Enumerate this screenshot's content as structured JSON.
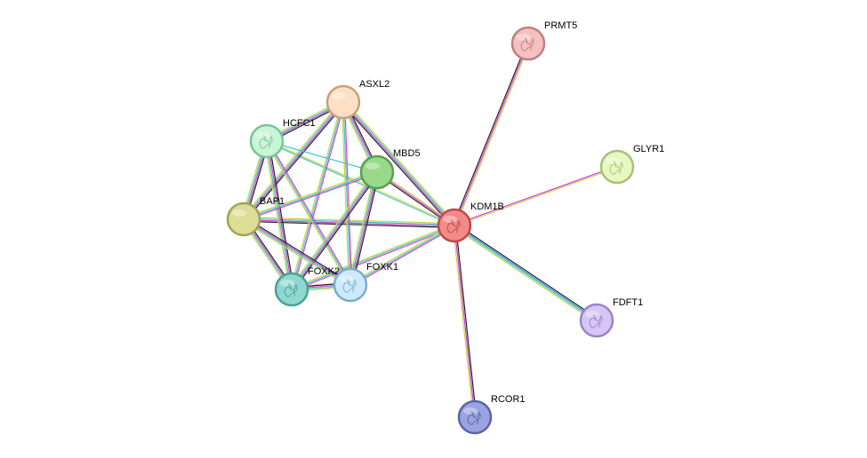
{
  "network": {
    "nodes": [
      {
        "id": "PRMT5",
        "label": "PRMT5",
        "color": "#f6c0c0",
        "border": "#c08080",
        "glyph": "structure"
      },
      {
        "id": "ASXL2",
        "label": "ASXL2",
        "color": "#fde0c4",
        "border": "#c9a07a",
        "glyph": "none"
      },
      {
        "id": "HCFC1",
        "label": "HCFC1",
        "color": "#c8f5d6",
        "border": "#7cc396",
        "glyph": "structure"
      },
      {
        "id": "MBD5",
        "label": "MBD5",
        "color": "#9ad98a",
        "border": "#5aa04e",
        "glyph": "none"
      },
      {
        "id": "GLYR1",
        "label": "GLYR1",
        "color": "#e6f7c0",
        "border": "#a9c07a",
        "glyph": "structure"
      },
      {
        "id": "BAP1",
        "label": "BAP1",
        "color": "#dedd96",
        "border": "#a3a25a",
        "glyph": "none"
      },
      {
        "id": "KDM1B",
        "label": "KDM1B",
        "color": "#f28a8a",
        "border": "#c04848",
        "glyph": "structure"
      },
      {
        "id": "FOXK2",
        "label": "FOXK2",
        "color": "#8fd8d0",
        "border": "#4e9e96",
        "glyph": "structure"
      },
      {
        "id": "FOXK1",
        "label": "FOXK1",
        "color": "#cdeafb",
        "border": "#7aaec8",
        "glyph": "structure"
      },
      {
        "id": "FDFT1",
        "label": "FDFT1",
        "color": "#d6c6f5",
        "border": "#9a84c8",
        "glyph": "structure"
      },
      {
        "id": "RCOR1",
        "label": "RCOR1",
        "color": "#9aa4e0",
        "border": "#5a64a8",
        "glyph": "structure"
      }
    ],
    "edges": [
      {
        "source": "KDM1B",
        "target": "PRMT5",
        "evidence": [
          "#222222",
          "#d63cd6",
          "#c8d84a"
        ]
      },
      {
        "source": "KDM1B",
        "target": "GLYR1",
        "evidence": [
          "#d63cd6",
          "#c8d84a"
        ]
      },
      {
        "source": "KDM1B",
        "target": "FDFT1",
        "evidence": [
          "#222222",
          "#3c8ad6",
          "#3cc8c8",
          "#c8d84a"
        ]
      },
      {
        "source": "KDM1B",
        "target": "RCOR1",
        "evidence": [
          "#222222",
          "#d63cd6",
          "#c8d84a"
        ]
      },
      {
        "source": "KDM1B",
        "target": "ASXL2",
        "evidence": [
          "#222222",
          "#d63cd6",
          "#3cc8c8",
          "#c8d84a"
        ]
      },
      {
        "source": "KDM1B",
        "target": "HCFC1",
        "evidence": [
          "#3cc8c8",
          "#c8d84a"
        ]
      },
      {
        "source": "KDM1B",
        "target": "MBD5",
        "evidence": [
          "#222222",
          "#d63cd6",
          "#c8d84a"
        ]
      },
      {
        "source": "KDM1B",
        "target": "BAP1",
        "evidence": [
          "#222222",
          "#d63cd6",
          "#3cc8c8",
          "#c8d84a"
        ]
      },
      {
        "source": "KDM1B",
        "target": "FOXK2",
        "evidence": [
          "#d63cd6",
          "#3cc8c8",
          "#c8d84a"
        ]
      },
      {
        "source": "KDM1B",
        "target": "FOXK1",
        "evidence": [
          "#d63cd6",
          "#3cc8c8",
          "#c8d84a"
        ]
      },
      {
        "source": "ASXL2",
        "target": "HCFC1",
        "evidence": [
          "#222222",
          "#d63cd6",
          "#3cc8c8",
          "#c8d84a"
        ]
      },
      {
        "source": "ASXL2",
        "target": "MBD5",
        "evidence": [
          "#222222",
          "#d63cd6",
          "#3cc8c8",
          "#c8d84a"
        ]
      },
      {
        "source": "ASXL2",
        "target": "BAP1",
        "evidence": [
          "#222222",
          "#d63cd6",
          "#3cc8c8",
          "#c8d84a"
        ]
      },
      {
        "source": "ASXL2",
        "target": "FOXK2",
        "evidence": [
          "#d63cd6",
          "#3cc8c8",
          "#c8d84a"
        ]
      },
      {
        "source": "ASXL2",
        "target": "FOXK1",
        "evidence": [
          "#d63cd6",
          "#3cc8c8",
          "#c8d84a"
        ]
      },
      {
        "source": "HCFC1",
        "target": "MBD5",
        "evidence": [
          "#3cc8c8"
        ]
      },
      {
        "source": "HCFC1",
        "target": "BAP1",
        "evidence": [
          "#222222",
          "#d63cd6",
          "#3cc8c8",
          "#c8d84a"
        ]
      },
      {
        "source": "HCFC1",
        "target": "FOXK2",
        "evidence": [
          "#222222",
          "#d63cd6",
          "#3cc8c8",
          "#c8d84a"
        ]
      },
      {
        "source": "HCFC1",
        "target": "FOXK1",
        "evidence": [
          "#d63cd6",
          "#3cc8c8",
          "#c8d84a"
        ]
      },
      {
        "source": "MBD5",
        "target": "BAP1",
        "evidence": [
          "#d63cd6",
          "#3cc8c8",
          "#c8d84a"
        ]
      },
      {
        "source": "MBD5",
        "target": "FOXK2",
        "evidence": [
          "#222222",
          "#d63cd6",
          "#3cc8c8",
          "#c8d84a"
        ]
      },
      {
        "source": "MBD5",
        "target": "FOXK1",
        "evidence": [
          "#222222",
          "#d63cd6",
          "#3cc8c8",
          "#c8d84a"
        ]
      },
      {
        "source": "BAP1",
        "target": "FOXK2",
        "evidence": [
          "#222222",
          "#d63cd6",
          "#3cc8c8",
          "#c8d84a"
        ]
      },
      {
        "source": "BAP1",
        "target": "FOXK1",
        "evidence": [
          "#222222",
          "#d63cd6",
          "#3cc8c8",
          "#c8d84a"
        ]
      },
      {
        "source": "FOXK2",
        "target": "FOXK1",
        "evidence": [
          "#222222",
          "#d63cd6",
          "#3cc8c8",
          "#c8d84a"
        ]
      }
    ]
  }
}
